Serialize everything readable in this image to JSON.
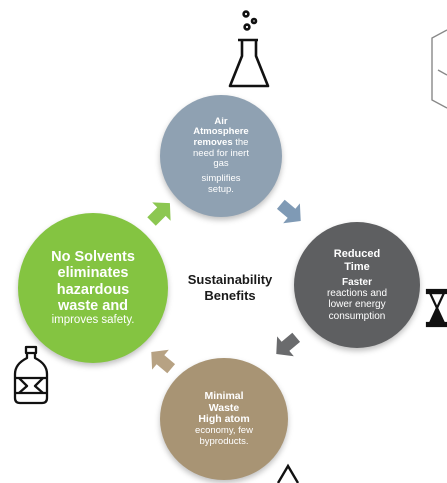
{
  "center": {
    "line1": "Sustainability",
    "line2": "Benefits"
  },
  "air": {
    "title1": "Air",
    "title2": "Atmosphere",
    "bold3": "removes",
    "text3": " the",
    "text4": "need for inert",
    "text5": "gas",
    "text6": "simplifies",
    "text7": "setup."
  },
  "time": {
    "title1": "Reduced",
    "title2": "Time",
    "bold3": "Faster",
    "text4": "reactions and",
    "text5": "lower energy",
    "text6": "consumption"
  },
  "waste": {
    "title1": "Minimal",
    "title2": "Waste",
    "bold3": "High atom",
    "text4": "economy, few",
    "text5": "byproducts."
  },
  "solvent": {
    "title1": "No Solvents",
    "title2": "eliminates",
    "title3": "hazardous",
    "title4": "waste and",
    "text5": "improves safety."
  },
  "colors": {
    "air": "#8fa1b2",
    "time": "#5e5f61",
    "waste": "#a89474",
    "solvent": "#84c441",
    "arrow_blue": "#7f9ab5",
    "arrow_gray": "#6a6b6d",
    "arrow_tan": "#b7a283",
    "arrow_green": "#8cc751"
  },
  "icons": [
    "flask-icon",
    "hourglass-icon",
    "bottle-icon",
    "hexagon-icon"
  ]
}
